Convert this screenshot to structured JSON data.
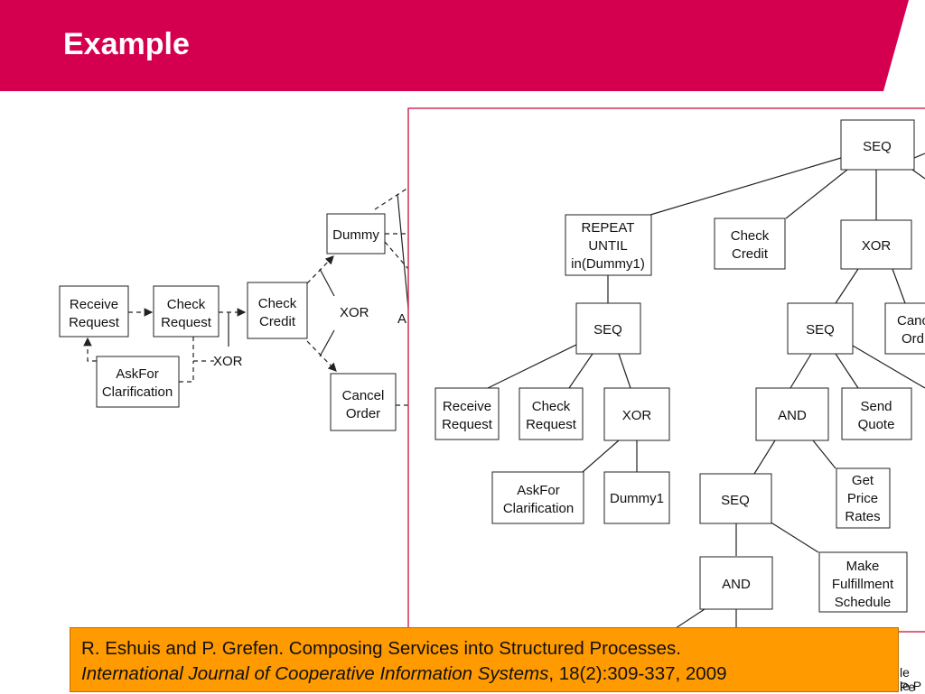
{
  "header": {
    "title": "Example",
    "bar_color": "#d4004f"
  },
  "left_graph": {
    "nodes": {
      "receive": [
        "Receive",
        "Request"
      ],
      "check_request": [
        "Check",
        "Request"
      ],
      "check_credit": [
        "Check",
        "Credit"
      ],
      "dummy": [
        "Dummy"
      ],
      "cancel": [
        "Cancel",
        "Order"
      ],
      "askfor": [
        "AskFor",
        "Clarification"
      ]
    },
    "labels": {
      "xor_top": "XOR",
      "xor_bottom": "XOR",
      "partial": "A"
    }
  },
  "tree": {
    "nodes": {
      "seq_root": [
        "SEQ"
      ],
      "repeat": [
        "REPEAT",
        "UNTIL",
        "in(Dummy1)"
      ],
      "check_credit": [
        "Check",
        "Credit"
      ],
      "xor_right": [
        "XOR"
      ],
      "seq_left": [
        "SEQ"
      ],
      "receive": [
        "Receive",
        "Request"
      ],
      "check_request": [
        "Check",
        "Request"
      ],
      "xor_left": [
        "XOR"
      ],
      "askfor": [
        "AskFor",
        "Clarification"
      ],
      "dummy1": [
        "Dummy1"
      ],
      "seq_mid": [
        "SEQ"
      ],
      "cancel_partial": [
        "Canc",
        "Ord"
      ],
      "and_mid": [
        "AND"
      ],
      "send_quote": [
        "Send",
        "Quote"
      ],
      "seq_low": [
        "SEQ"
      ],
      "get_price": [
        "Get",
        "Price",
        "Rates"
      ],
      "and_low": [
        "AND"
      ],
      "make_fulfill": [
        "Make",
        "Fulfillment",
        "Schedule"
      ]
    }
  },
  "citation": {
    "line1": "R. Eshuis and P. Grefen. Composing Services into Structured Processes.",
    "journal": "International Journal of Cooperative Information Systems",
    "rest": ", 18(2):309-337, 2009"
  },
  "background_text": {
    "line1": "le Pe",
    "line2": "le P"
  },
  "colors": {
    "accent": "#d4004f",
    "citation_bg": "#ff9a00",
    "panel_border": "#d0305a"
  }
}
